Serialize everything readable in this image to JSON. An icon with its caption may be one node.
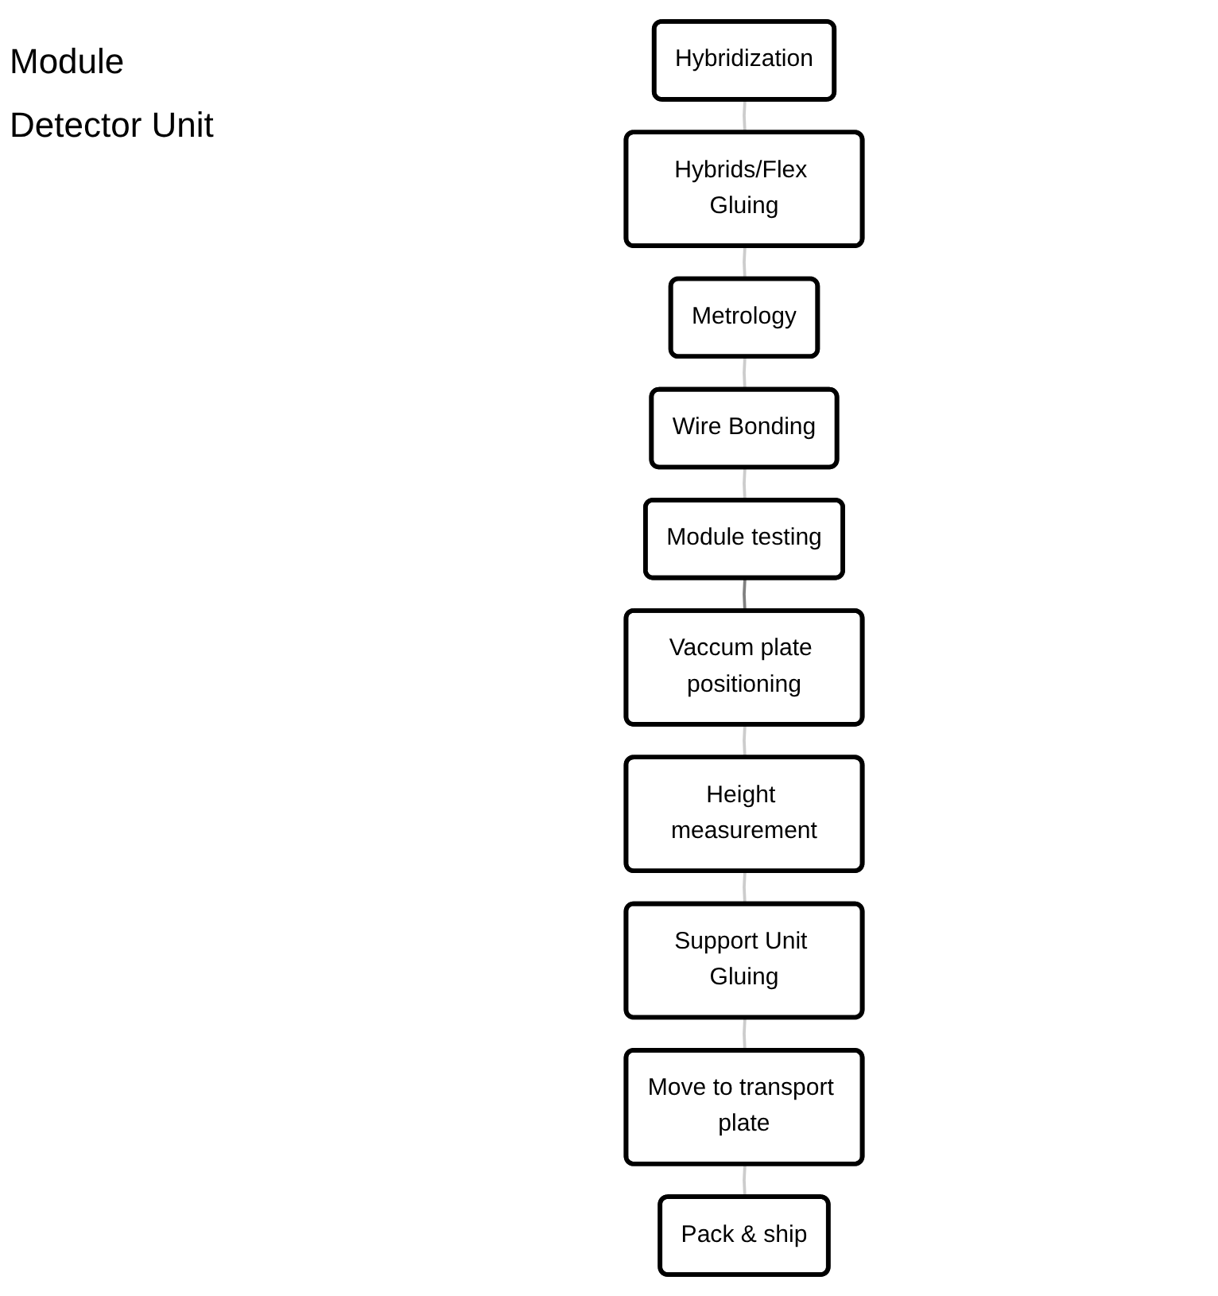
{
  "diagram": {
    "nodes": [
      {
        "text": [
          "Hybridization"
        ]
      },
      {
        "text": [
          "Hybrids/Flex Gluing"
        ]
      },
      {
        "text": [
          "Metrology"
        ]
      },
      {
        "text": [
          "Wire Bonding"
        ]
      },
      {
        "text": [
          "Module testing"
        ]
      },
      {
        "text": [
          "Vaccum plate positioning"
        ]
      },
      {
        "text": [
          "Height measurement"
        ]
      },
      {
        "text": [
          "Support Unit Gluing"
        ]
      },
      {
        "text": [
          "Move to transport plate"
        ]
      },
      {
        "text": [
          "Pack & ship"
        ]
      }
    ],
    "edges": [
      {
        "from": 0,
        "to": 1,
        "arrow": "none"
      },
      {
        "from": 1,
        "to": 2,
        "arrow": "none"
      },
      {
        "from": 2,
        "to": 3,
        "arrow": "none"
      },
      {
        "from": 3,
        "to": 4,
        "arrow": "none"
      },
      {
        "from": 4,
        "to": 5,
        "arrow": "none",
        "color": "#808080"
      },
      {
        "from": 5,
        "to": 6,
        "arrow": "none"
      },
      {
        "from": 6,
        "to": 7,
        "arrow": "none"
      },
      {
        "from": 7,
        "to": 8,
        "arrow": "none"
      },
      {
        "from": 8,
        "to": 9,
        "arrow": "none"
      }
    ],
    "labels": [
      "Module",
      "Detector Unit"
    ]
  }
}
